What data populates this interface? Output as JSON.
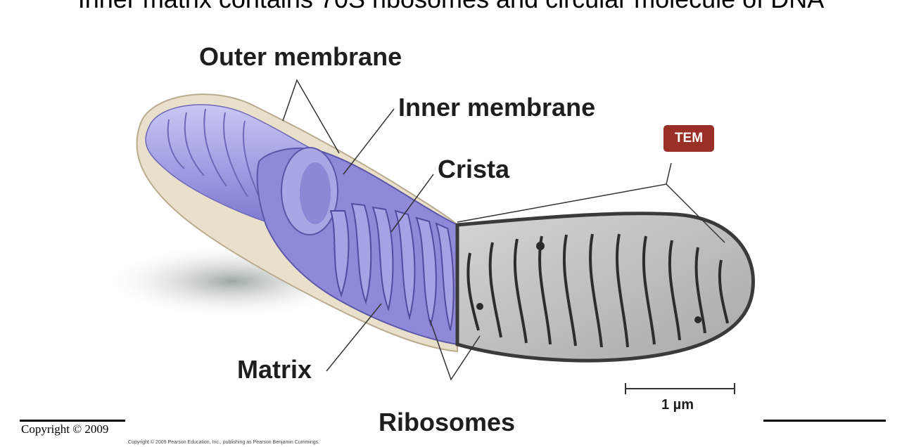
{
  "slide": {
    "heading": "Inner matrix contains 70S ribosomes and circular molecule of DNA"
  },
  "labels": {
    "outer_membrane": "Outer membrane",
    "inner_membrane": "Inner membrane",
    "crista": "Crista",
    "matrix": "Matrix",
    "ribosomes": "Ribosomes",
    "tem_badge": "TEM",
    "scale_bar": "1 µm"
  },
  "footer": {
    "copyright_short": "Copyright © 2009",
    "copyright_full": "Copyright © 2009 Pearson Education, Inc., publishing as Pearson Benjamin Cummings."
  },
  "colors": {
    "membrane_purple": "#9b98dc",
    "crista_purple": "#8b85d6",
    "outer_edge": "#e8dfcb",
    "tem_badge": "#9a2f28",
    "micrograph_grey": "#bcbcbc"
  }
}
